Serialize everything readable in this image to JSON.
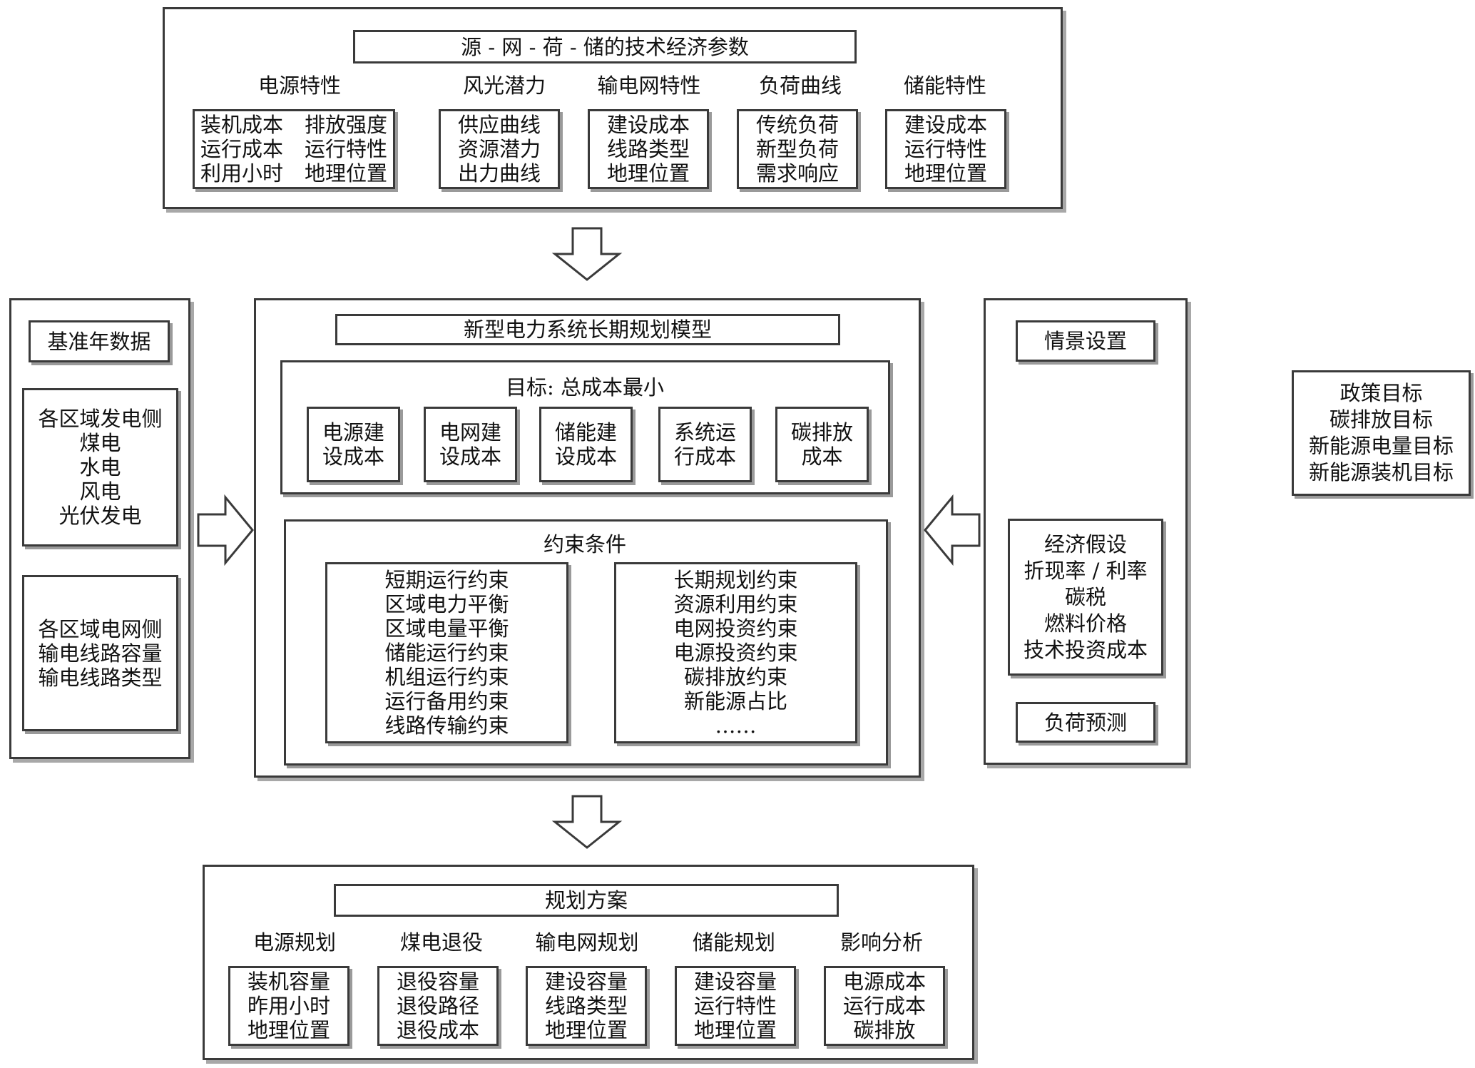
{
  "top": {
    "title": "源 - 网 - 荷 - 储的技术经济参数",
    "groups": [
      {
        "label": "电源特性",
        "col1": [
          "装机成本",
          "运行成本",
          "利用小时"
        ],
        "col2": [
          "排放强度",
          "运行特性",
          "地理位置"
        ]
      },
      {
        "label": "风光潜力",
        "items": [
          "供应曲线",
          "资源潜力",
          "出力曲线"
        ]
      },
      {
        "label": "输电网特性",
        "items": [
          "建设成本",
          "线路类型",
          "地理位置"
        ]
      },
      {
        "label": "负荷曲线",
        "items": [
          "传统负荷",
          "新型负荷",
          "需求响应"
        ]
      },
      {
        "label": "储能特性",
        "items": [
          "建设成本",
          "运行特性",
          "地理位置"
        ]
      }
    ]
  },
  "left": {
    "title": "基准年数据",
    "generation": [
      "各区域发电侧",
      "煤电",
      "水电",
      "风电",
      "光伏发电"
    ],
    "grid": [
      "各区域电网侧",
      "输电线路容量",
      "输电线路类型"
    ]
  },
  "model": {
    "title": "新型电力系统长期规划模型",
    "objective": {
      "title": "目标: 总成本最小",
      "costs": [
        [
          "电源建",
          "设成本"
        ],
        [
          "电网建",
          "设成本"
        ],
        [
          "储能建",
          "设成本"
        ],
        [
          "系统运",
          "行成本"
        ],
        [
          "碳排放",
          "成本"
        ]
      ]
    },
    "constraints": {
      "title": "约束条件",
      "short_term": [
        "短期运行约束",
        "区域电力平衡",
        "区域电量平衡",
        "储能运行约束",
        "机组运行约束",
        "运行备用约束",
        "线路传输约束"
      ],
      "long_term": [
        "长期规划约束",
        "资源利用约束",
        "电网投资约束",
        "电源投资约束",
        "碳排放约束",
        "新能源占比",
        "……"
      ]
    }
  },
  "right": {
    "title": "情景设置",
    "policy": [
      "政策目标",
      "碳排放目标",
      "新能源电量目标",
      "新能源装机目标"
    ],
    "economic": [
      "经济假设",
      "折现率 / 利率",
      "碳税",
      "燃料价格",
      "技术投资成本"
    ],
    "load_forecast": "负荷预测"
  },
  "bottom": {
    "title": "规划方案",
    "groups": [
      {
        "label": "电源规划",
        "items": [
          "装机容量",
          "昨用小时",
          "地理位置"
        ]
      },
      {
        "label": "煤电退役",
        "items": [
          "退役容量",
          "退役路径",
          "退役成本"
        ]
      },
      {
        "label": "输电网规划",
        "items": [
          "建设容量",
          "线路类型",
          "地理位置"
        ]
      },
      {
        "label": "储能规划",
        "items": [
          "建设容量",
          "运行特性",
          "地理位置"
        ]
      },
      {
        "label": "影响分析",
        "items": [
          "电源成本",
          "运行成本",
          "碳排放"
        ]
      }
    ]
  }
}
